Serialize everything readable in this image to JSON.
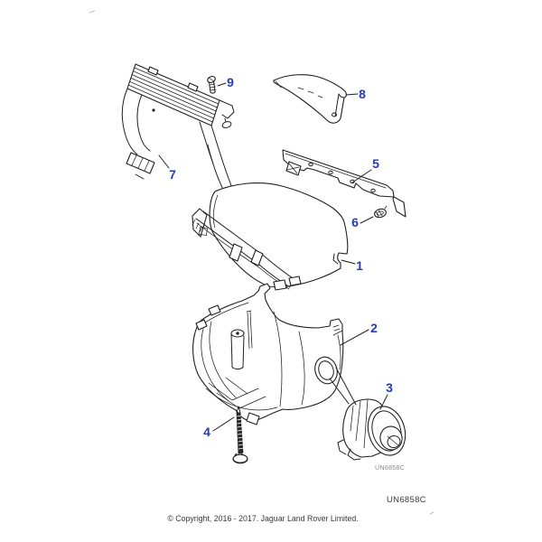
{
  "colors": {
    "background": "#ffffff",
    "line_art": "#1f1f1f",
    "callout_blue": "#2238d4",
    "watermark_gray": "#8a8a8a",
    "code_text": "#3b3b3b",
    "copyright_text": "#3a3a3a"
  },
  "callouts": {
    "1": "1",
    "2": "2",
    "3": "3",
    "4": "4",
    "5": "5",
    "6": "6",
    "7": "7",
    "8": "8",
    "9": "9"
  },
  "codes": {
    "diagram_watermark": "UN6858C",
    "diagram_code": "UN6858C"
  },
  "footer": {
    "copyright": "© Copyright, 2016 - 2017. Jaguar Land Rover Limited."
  }
}
